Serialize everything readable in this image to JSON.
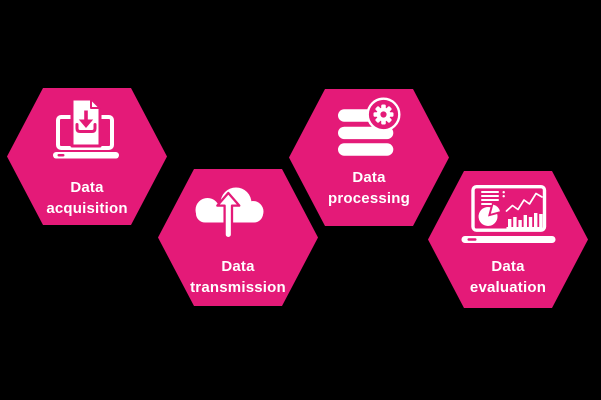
{
  "diagram": {
    "background": "#000000",
    "accent": "#E41A78",
    "text_color": "#FFFFFF",
    "steps": [
      {
        "label_line1": "Data",
        "label_line2": "acquisition",
        "icon": "laptop-download-icon"
      },
      {
        "label_line1": "Data",
        "label_line2": "transmission",
        "icon": "cloud-upload-icon"
      },
      {
        "label_line1": "Data",
        "label_line2": "processing",
        "icon": "database-gear-icon"
      },
      {
        "label_line1": "Data",
        "label_line2": "evaluation",
        "icon": "laptop-analytics-icon"
      }
    ]
  }
}
